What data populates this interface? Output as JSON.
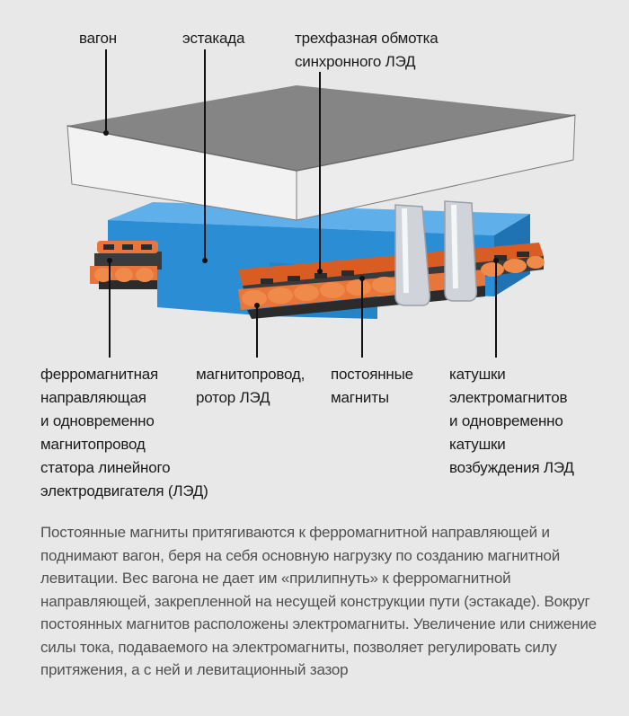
{
  "labels": {
    "wagon": "вагон",
    "overpass": "эстакада",
    "winding": "трехфазная обмотка\nсинхронного ЛЭД",
    "ferro_guide": "ферромагнитная\nнаправляющая\nи одновременно\nмагнитопровод\nстатора линейного\nэлектродвигателя (ЛЭД)",
    "magnetic_core": "магнитопровод,\nротор ЛЭД",
    "permanent_magnets": "постоянные\nмагниты",
    "coils": "катушки\nэлектромагнитов\nи одновременно\nкатушки\nвозбуждения ЛЭД"
  },
  "caption": "Постоянные магниты притягиваются к ферромагнитной направляющей и поднимают вагон, беря на себя основную нагрузку по созданию магнитной левитации. Вес вагона не дает им «прилипнуть» к ферромагнитной направляющей, закрепленной на несущей конструкции пути (эстакаде). Вокруг постоянных магнитов расположены электромагниты. Увеличение или снижение силы тока, подаваемого на электромагниты, позволяет регулировать силу притяжения, а с ней и левитационный зазор",
  "colors": {
    "background": "#e8e8e8",
    "wagon_top": "#8a8a8a",
    "wagon_side": "#ececec",
    "overpass": "#2a8fd6",
    "coil": "#e8763a",
    "core": "#3a3a3a"
  }
}
